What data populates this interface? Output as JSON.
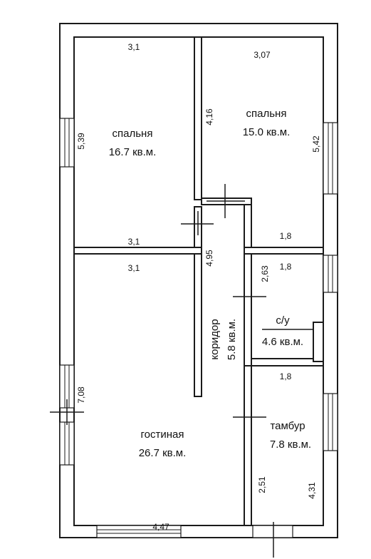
{
  "rooms": {
    "bedroom_left": {
      "name": "спальня",
      "area": "16.7 кв.м."
    },
    "bedroom_right": {
      "name": "спальня",
      "area": "15.0 кв.м."
    },
    "corridor": {
      "name": "коридор",
      "area": "5.8 кв.м."
    },
    "bathroom": {
      "name": "с/у",
      "area": "4.6 кв.м."
    },
    "living": {
      "name": "гостиная",
      "area": "26.7 кв.м."
    },
    "vestibule": {
      "name": "тамбур",
      "area": "7.8 кв.м."
    }
  },
  "dimensions": {
    "bedroom_left_top": "3,1",
    "bedroom_left_side": "5,39",
    "bedroom_left_bottom": "3,1",
    "bedroom_right_top": "3,07",
    "bedroom_right_left": "4,16",
    "bedroom_right_side": "5,42",
    "bedroom_right_bottom": "1,8",
    "living_top": "3,1",
    "living_side": "7,08",
    "living_bottom": "4,47",
    "corridor_len": "4,95",
    "bathroom_top": "1,8",
    "bathroom_side": "2,63",
    "vestibule_top": "1,8",
    "vestibule_left": "2,51",
    "vestibule_right": "4,31"
  }
}
